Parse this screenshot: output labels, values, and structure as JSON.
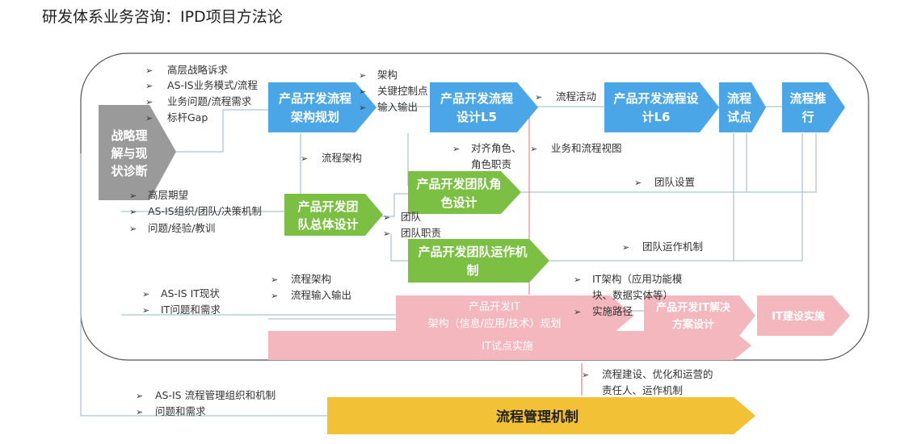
{
  "title": "研发体系业务咨询：IPD项目方法论",
  "colors": {
    "blue": "#4aa6e6",
    "green": "#7bc043",
    "gray": "#9a9a9a",
    "pink": "#f4b7bd",
    "yellow": "#f2c136",
    "border": "#555555"
  },
  "boxes": {
    "strategy": [
      "战略理",
      "解与现",
      "状诊断"
    ],
    "arch_plan": [
      "产品开发流程",
      "架构规划"
    ],
    "design_l5": [
      "产品开发流程",
      "设计L5"
    ],
    "design_l6": [
      "产品开发流程设",
      "计L6"
    ],
    "pilot": [
      "流程",
      "试点"
    ],
    "promote": [
      "流程推",
      "行"
    ],
    "team_overall": [
      "产品开发团",
      "队总体设计"
    ],
    "team_role": [
      "产品开发团队角",
      "色设计"
    ],
    "team_ops": [
      "产品开发团队运作机",
      "制"
    ],
    "it_arch": [
      "产品开发IT",
      "架构（信息/应用/技术）规划"
    ],
    "it_solution": [
      "产品开发IT解决",
      "方案设计"
    ],
    "it_build": "IT建设实施",
    "it_pilot": "IT试点实施",
    "mgmt": "流程管理机制"
  },
  "bullet_glyph": "➢",
  "bullets": {
    "strategy_inputs": [
      "高层战略诉求",
      "AS-IS业务模式/流程",
      "业务问题/流程需求",
      "标杆Gap"
    ],
    "arch_outputs": [
      "架构",
      "关键控制点",
      "输入输出"
    ],
    "process_activity": "流程活动",
    "process_arch": "流程架构",
    "align_roles": [
      "对齐角色、",
      "角色职责"
    ],
    "biz_view": "业务和流程视图",
    "team_setup": "团队设置",
    "team_inputs": [
      "高层期望",
      "AS-IS组织/团队/决策机制",
      "问题/经验/教训"
    ],
    "team_outputs": [
      "团队",
      "团队职责"
    ],
    "team_ops_mech": "团队运作机制",
    "process_io": [
      "流程架构",
      "流程输入输出"
    ],
    "it_inputs": [
      "AS-IS IT现状",
      "IT问题和需求"
    ],
    "it_arch_outputs": [
      "IT架构（应用功能模",
      "块、数据实体等）",
      "实施路径"
    ],
    "mgmt_outputs": [
      "流程建设、优化和运营的",
      "责任人、运作机制"
    ],
    "mgmt_inputs": [
      "AS-IS 流程管理组织和机制",
      "问题和需求"
    ]
  }
}
